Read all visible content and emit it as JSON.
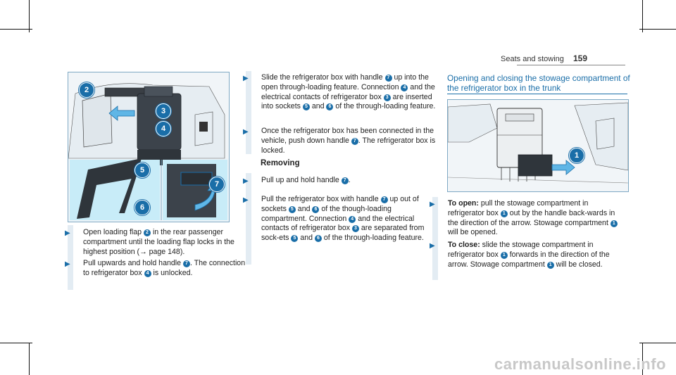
{
  "header": {
    "section": "Seats and stowing",
    "page": "159"
  },
  "left_steps": [
    {
      "parts": [
        {
          "t": "Open loading flap "
        },
        {
          "n": "2"
        },
        {
          "t": " in the rear passenger compartment until the loading flap locks in the highest position ("
        },
        {
          "t": "→ page 148"
        },
        {
          "t": ")."
        }
      ]
    },
    {
      "parts": [
        {
          "t": "Pull upwards and hold handle "
        },
        {
          "n": "7"
        },
        {
          "t": ". The connection to refrigerator box "
        },
        {
          "n": "4"
        },
        {
          "t": " is unlocked."
        }
      ]
    }
  ],
  "middle_steps": [
    {
      "parts": [
        {
          "t": "Slide the refrigerator box with handle "
        },
        {
          "n": "7"
        },
        {
          "t": " up into the open through-loading feature. Connection "
        },
        {
          "n": "4"
        },
        {
          "t": " and the electrical contacts of refrigerator box "
        },
        {
          "n": "3"
        },
        {
          "t": " are inserted into sockets "
        },
        {
          "n": "5"
        },
        {
          "t": " and "
        },
        {
          "n": "6"
        },
        {
          "t": " of the through-loading feature."
        }
      ]
    },
    {
      "parts": [
        {
          "t": "Once the refrigerator box has been connected in the vehicle, push down handle "
        },
        {
          "n": "7"
        },
        {
          "t": ". The refrigerator box is locked."
        }
      ]
    }
  ],
  "removing": {
    "heading": "Removing",
    "steps": [
      {
        "parts": [
          {
            "t": "Pull up and hold handle "
          },
          {
            "n": "7"
          },
          {
            "t": "."
          }
        ]
      },
      {
        "parts": [
          {
            "t": "Pull the refrigerator box with handle "
          },
          {
            "n": "7"
          },
          {
            "t": " up out of sockets "
          },
          {
            "n": "5"
          },
          {
            "t": " and "
          },
          {
            "n": "6"
          },
          {
            "t": " of the though-loading compartment. Connection "
          },
          {
            "n": "4"
          },
          {
            "t": " and the electrical contacts of refrigerator box "
          },
          {
            "n": "3"
          },
          {
            "t": " are separated from sock-ets "
          },
          {
            "n": "5"
          },
          {
            "t": " and "
          },
          {
            "n": "6"
          },
          {
            "t": " of the through-loading feature."
          }
        ]
      }
    ]
  },
  "right_section": {
    "title": "Opening and closing the stowage compartment of the refrigerator box in the trunk",
    "steps": [
      {
        "parts": [
          {
            "b": "To open:"
          },
          {
            "t": " pull the stowage compartment in refrigerator box "
          },
          {
            "n": "1"
          },
          {
            "t": " out by the handle back-wards in the direction of the arrow. Stowage compartment "
          },
          {
            "n": "1"
          },
          {
            "t": " will be opened."
          }
        ]
      },
      {
        "parts": [
          {
            "b": "To close:"
          },
          {
            "t": " slide the stowage compartment in refrigerator box "
          },
          {
            "n": "1"
          },
          {
            "t": " forwards in the direction of the arrow. Stowage compartment "
          },
          {
            "n": "1"
          },
          {
            "t": " will be closed."
          }
        ]
      }
    ]
  },
  "figure_labels": {
    "left": [
      "2",
      "3",
      "4",
      "5",
      "6",
      "7"
    ],
    "right": [
      "1"
    ]
  },
  "colors": {
    "accent": "#1a6ea8",
    "figure_bg": "#eef4f8",
    "callout_bg": "#c8ecf8"
  },
  "watermark": "carmanualsonline.info"
}
